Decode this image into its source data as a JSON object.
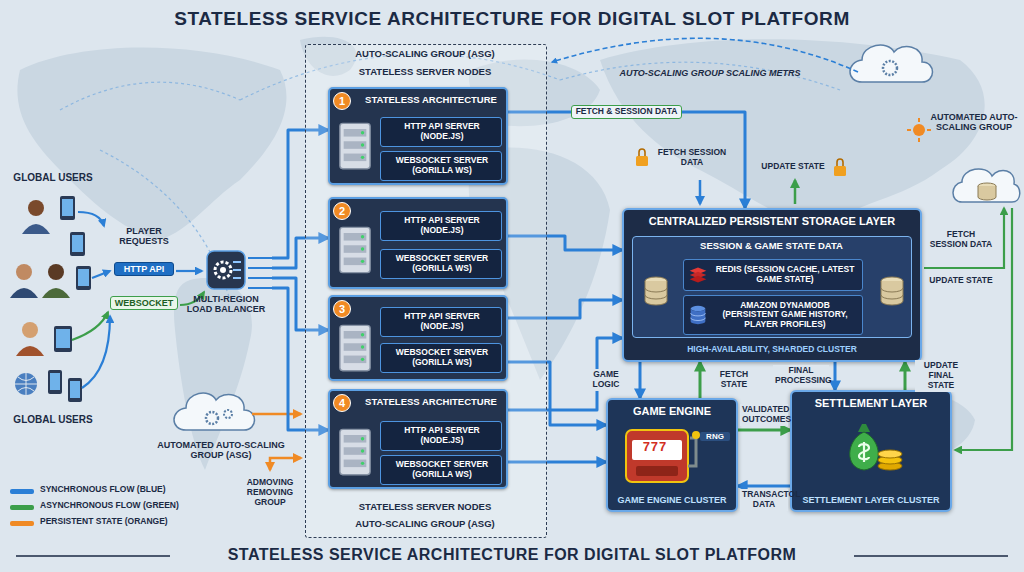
{
  "diagram": {
    "title": "STATELESS SERVICE ARCHITECTURE FOR DIGITAL SLOT PLATFORM",
    "caption": "STATELESS SERVICE ARCHITECTURE FOR DIGITAL SLOT PLATFORM",
    "nodes": [
      {
        "text": [
          "MULTI-REGION LOAD BALANCER"
        ]
      },
      {
        "text": [
          "AUTO-SCALING GROUP (ASG)",
          "STATELESS SERVER NODES",
          "STATELESS SERVER NODES",
          "AUTO-SCALING GROUP (ASG)"
        ]
      },
      {
        "text": [
          "1",
          "STATELESS ARCHITECTURE"
        ],
        "in": 1
      },
      {
        "text": [
          "HTTP API SERVER (NODE.JS)"
        ],
        "in": 2
      },
      {
        "text": [
          "WEBSOCKET SERVER (GORILLA WS)"
        ],
        "in": 2
      },
      {
        "text": [
          "2"
        ],
        "in": 1
      },
      {
        "text": [
          "HTTP API SERVER (NODE.JS)"
        ],
        "in": 5
      },
      {
        "text": [
          "WEBSOCKET SERVER (GORILLA WS)"
        ],
        "in": 5
      },
      {
        "text": [
          "3"
        ],
        "in": 1
      },
      {
        "text": [
          "HTTP API SERVER (NODE.JS)"
        ],
        "in": 8
      },
      {
        "text": [
          "WEBSOCKET SERVER (GORILLA WS)"
        ],
        "in": 8
      },
      {
        "text": [
          "4",
          "STATELESS ARCHITECTURE"
        ],
        "in": 1
      },
      {
        "text": [
          "HTTP API SERVER (NODE.JS)"
        ],
        "in": 11
      },
      {
        "text": [
          "WEBSOCKET SERVER (GORILLA WS)"
        ],
        "in": 11
      },
      {
        "text": [
          "CENTRALIZED PERSISTENT STORAGE LAYER",
          "HIGH-AVAILABILITY, SHARDED CLUSTER"
        ]
      },
      {
        "text": [
          "SESSION & GAME STATE DATA"
        ],
        "in": 14
      },
      {
        "text": [
          "REDIS (SESSION CACHE, LATEST GAME STATE)"
        ],
        "in": 15
      },
      {
        "text": [
          "AMAZON DYNAMODB (PERSISTENT GAME HISTORY, PLAYER PROFILES)"
        ],
        "in": 15
      },
      {
        "text": [
          "GAME ENGINE",
          "GAME ENGINE CLUSTER"
        ]
      },
      {
        "text": [
          "SETTLEMENT LAYER",
          "SETTLEMENT LAYER CLUSTER"
        ]
      }
    ],
    "edges": [
      {
        "from": 0,
        "to": 2,
        "arrow": "to"
      },
      {
        "from": 0,
        "to": 5,
        "arrow": "to"
      },
      {
        "from": 0,
        "to": 8,
        "arrow": "to"
      },
      {
        "from": 0,
        "to": 11,
        "arrow": "to"
      },
      {
        "from": 2,
        "to": 14,
        "label": "FETCH & SESSION DATA",
        "arrow": "to"
      },
      {
        "from": 5,
        "to": 14,
        "arrow": "to"
      },
      {
        "from": 8,
        "to": 14,
        "arrow": "to"
      },
      {
        "from": 11,
        "to": 14,
        "arrow": "to"
      },
      {
        "from": 8,
        "to": 18,
        "arrow": "to"
      },
      {
        "from": 11,
        "to": 18,
        "arrow": "to"
      },
      {
        "from": 14,
        "to": 18,
        "label": "GAME LOGIC",
        "arrow": "to"
      },
      {
        "from": 18,
        "to": 14,
        "label": "FETCH STATE",
        "arrow": "to"
      },
      {
        "from": 18,
        "to": 19,
        "label": "VALIDATED OUTCOMES",
        "arrow": "to"
      },
      {
        "from": 19,
        "to": 18,
        "label": "TRANSACTOL DATA",
        "arrow": "to"
      },
      {
        "from": 14,
        "to": 19,
        "label": "FINAL PROCESSING",
        "arrow": "to"
      },
      {
        "from": 19,
        "to": 14,
        "label": "UPDATE FINAL STATE",
        "arrow": "to"
      }
    ],
    "labels": [
      "GLOBAL USERS",
      "GLOBAL USERS",
      "PLAYER REQUESTS",
      "HTTP API",
      "WEBSOCKET",
      "AUTO-SCALING GROUP SCALING METRS",
      "AUTOMATED AUTO-SCALING GROUP",
      "FETCH SESSION DATA",
      "UPDATE STATE",
      "FETCH SESSION DATA",
      "UPDATE STATE",
      "AUTOMATED AUTO-SCALING GROUP (ASG)",
      "ADMOVING REMOVING GROUP",
      "777",
      "RNG"
    ],
    "legend": [
      {
        "text": "SYNCHRONOUS FLOW (BLUE)",
        "color": "#2b7fd6"
      },
      {
        "text": "ASYNCHRONOUS FLOW (GREEN)",
        "color": "#3c9e4a"
      },
      {
        "text": "PERSISTENT STATE (ORANGE)",
        "color": "#f08a24"
      }
    ]
  }
}
